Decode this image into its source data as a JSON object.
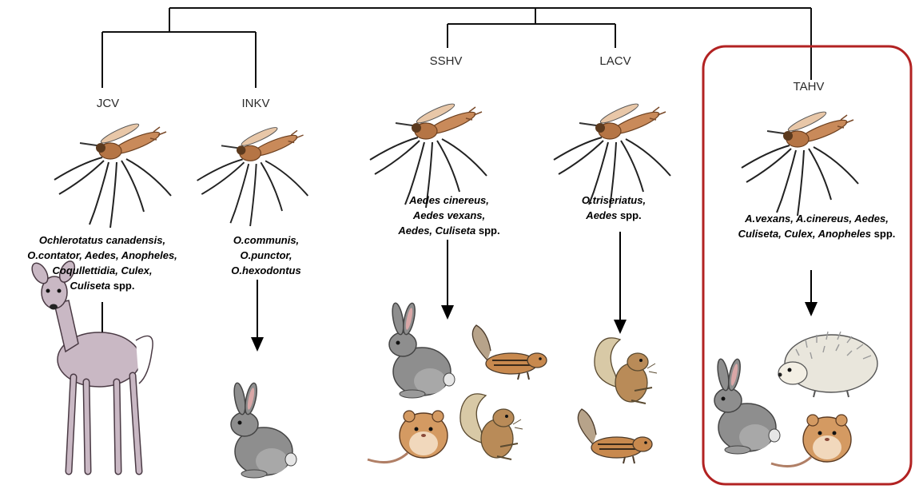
{
  "viruses": [
    {
      "name": "JCV",
      "vector_lines": [
        [
          {
            "t": "Ochlerotatus canadensis,",
            "i": true
          }
        ],
        [
          {
            "t": "O.contator, Aedes, Anopheles,",
            "i": true
          }
        ],
        [
          {
            "t": "Coqullettidia, Culex,",
            "i": true
          }
        ],
        [
          {
            "t": "Culiseta",
            "i": true
          },
          {
            "t": " spp.",
            "i": false
          }
        ]
      ],
      "hosts": [
        "deer"
      ]
    },
    {
      "name": "INKV",
      "vector_lines": [
        [
          {
            "t": "O.communis,",
            "i": true
          }
        ],
        [
          {
            "t": "O.punctor,",
            "i": true
          }
        ],
        [
          {
            "t": "O.hexodontus",
            "i": true
          }
        ]
      ],
      "hosts": [
        "rabbit"
      ]
    },
    {
      "name": "SSHV",
      "vector_lines": [
        [
          {
            "t": "Aedes cinereus,",
            "i": true
          }
        ],
        [
          {
            "t": "Aedes vexans,",
            "i": true
          }
        ],
        [
          {
            "t": "Aedes, Culiseta",
            "i": true
          },
          {
            "t": " spp.",
            "i": false
          }
        ]
      ],
      "hosts": [
        "rabbit",
        "chipmunk",
        "hamster",
        "squirrel"
      ]
    },
    {
      "name": "LACV",
      "vector_lines": [
        [
          {
            "t": "O.triseriatus,",
            "i": true
          }
        ],
        [
          {
            "t": "Aedes",
            "i": true
          },
          {
            "t": " spp.",
            "i": false
          }
        ]
      ],
      "hosts": [
        "squirrel",
        "chipmunk"
      ]
    },
    {
      "name": "TAHV",
      "vector_lines": [
        [
          {
            "t": "A.vexans, A.cinereus, Aedes,",
            "i": true
          }
        ],
        [
          {
            "t": "Culiseta, Culex, Anopheles",
            "i": true
          },
          {
            "t": " spp.",
            "i": false
          }
        ]
      ],
      "hosts": [
        "rabbit",
        "hedgehog",
        "hamster"
      ]
    }
  ],
  "highlight": {
    "virus": "TAHV",
    "color": "#b22222"
  }
}
